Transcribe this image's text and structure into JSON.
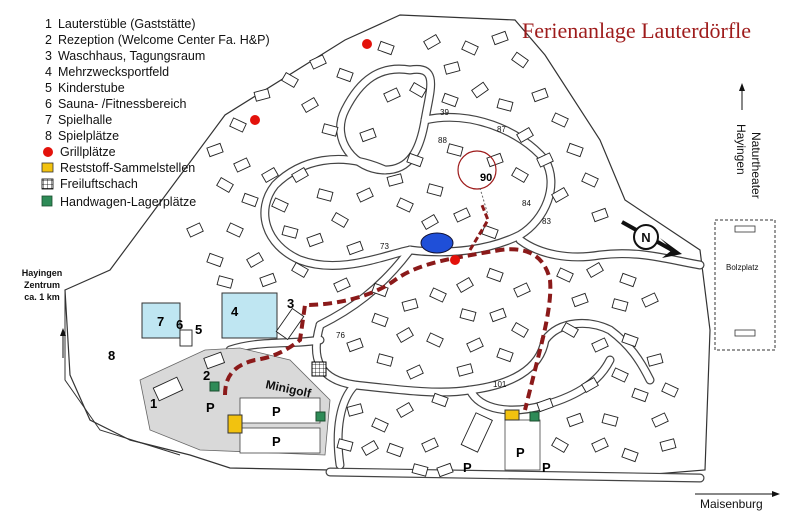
{
  "title": "Ferienanlage Lauterdörfle",
  "legend": {
    "items": [
      {
        "num": "1",
        "label": "Lauterstüble (Gaststätte)"
      },
      {
        "num": "2",
        "label": "Rezeption (Welcome Center Fa. H&P)"
      },
      {
        "num": "3",
        "label": "Waschhaus, Tagungsraum"
      },
      {
        "num": "4",
        "label": "Mehrzwecksportfeld"
      },
      {
        "num": "5",
        "label": "Kinderstube"
      },
      {
        "num": "6",
        "label": "Sauna- /Fitnessbereich"
      },
      {
        "num": "7",
        "label": "Spielhalle"
      },
      {
        "num": "8",
        "label": "Spielplätze"
      }
    ],
    "symbols": [
      {
        "label": "Grillplätze",
        "color": "#e3120b",
        "icon": "red-circle-icon"
      },
      {
        "label": "Reststoff-Sammelstellen",
        "color": "#f2c20f",
        "icon": "yellow-square-icon"
      },
      {
        "label": "Freiluftschach",
        "color": "#ffffff",
        "icon": "chess-grid-icon"
      },
      {
        "label": "Handwagen-Lagerplätze",
        "color": "#2e8b57",
        "icon": "green-square-icon"
      }
    ]
  },
  "directions": {
    "haying_line1": "Hayingen",
    "haying_line2": "Zentrum",
    "haying_line3": "ca. 1 km",
    "naturtheater_line1": "Naturtheater",
    "naturtheater_line2": "Hayingen",
    "maisenburg": "Maisenburg",
    "bolzplatz": "Bolzplatz",
    "minigolf": "Minigolf"
  },
  "area_numbers": {
    "a1": "1",
    "a2": "2",
    "a3": "3",
    "a4": "4",
    "a5": "5",
    "a6": "6",
    "a7": "7",
    "a8": "8"
  },
  "parking": {
    "p1": "P",
    "p2": "P",
    "p3": "P",
    "p4": "P",
    "p5": "P",
    "p6": "P"
  },
  "house_numbers": {
    "h39": "39",
    "h87": "87",
    "h88": "88",
    "h90": "90",
    "h84": "84",
    "h83": "83",
    "h73": "73",
    "h76": "76",
    "h101": "101"
  },
  "colors": {
    "route": "#8b1a1a",
    "title": "#9e1b1b",
    "pool": "#1f4fd8",
    "field": "#bfe6f2",
    "road": "#ffffff",
    "road_edge": "#444444"
  },
  "compass_icon": "north-arrow-icon"
}
